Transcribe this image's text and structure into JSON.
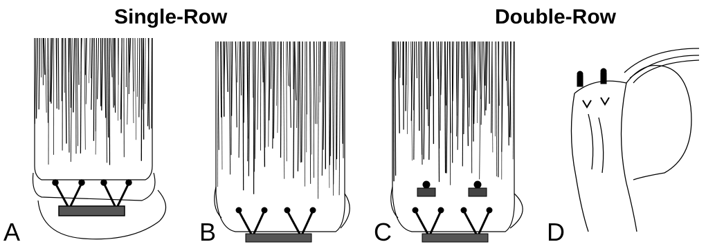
{
  "titles": {
    "single_row": "Single-Row",
    "double_row": "Double-Row"
  },
  "panels": [
    {
      "label": "A"
    },
    {
      "label": "B"
    },
    {
      "label": "C"
    },
    {
      "label": "D"
    }
  ]
}
